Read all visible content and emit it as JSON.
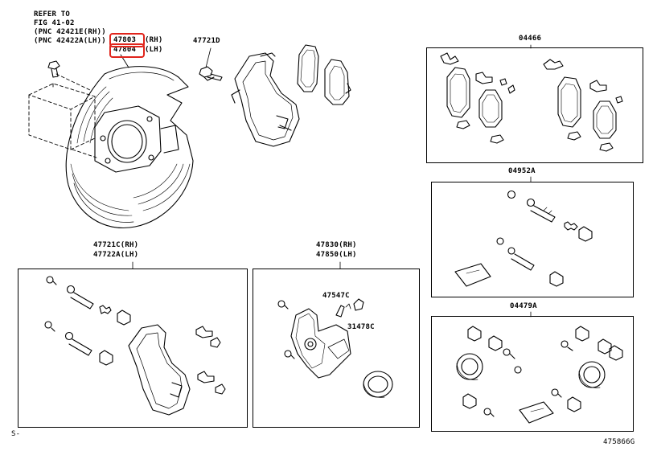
{
  "refer_note": {
    "line1": "REFER TO",
    "line2": "FIG 41-02",
    "line3": "(PNC 42421E(RH))",
    "line4": "(PNC 42422A(LH))"
  },
  "dust_cover": {
    "rh_part": "47803",
    "rh_suffix": "(RH)",
    "lh_part": "47804",
    "lh_suffix": "(LH)"
  },
  "bolt_label": "47721D",
  "pad_kit_label": "04466",
  "guide_kit_label": "04952A",
  "caliper_kit_label": "04479A",
  "mounting": {
    "rh": "47721C(RH)",
    "lh": "47722A(LH)"
  },
  "cylinder": {
    "rh": "47830(RH)",
    "lh": "47850(LH)"
  },
  "bleeder_label": "47547C",
  "bleeder_cap_label": "31478C",
  "footer": {
    "left": "S-",
    "code": "475866G"
  },
  "highlight_color": "#e0241b"
}
